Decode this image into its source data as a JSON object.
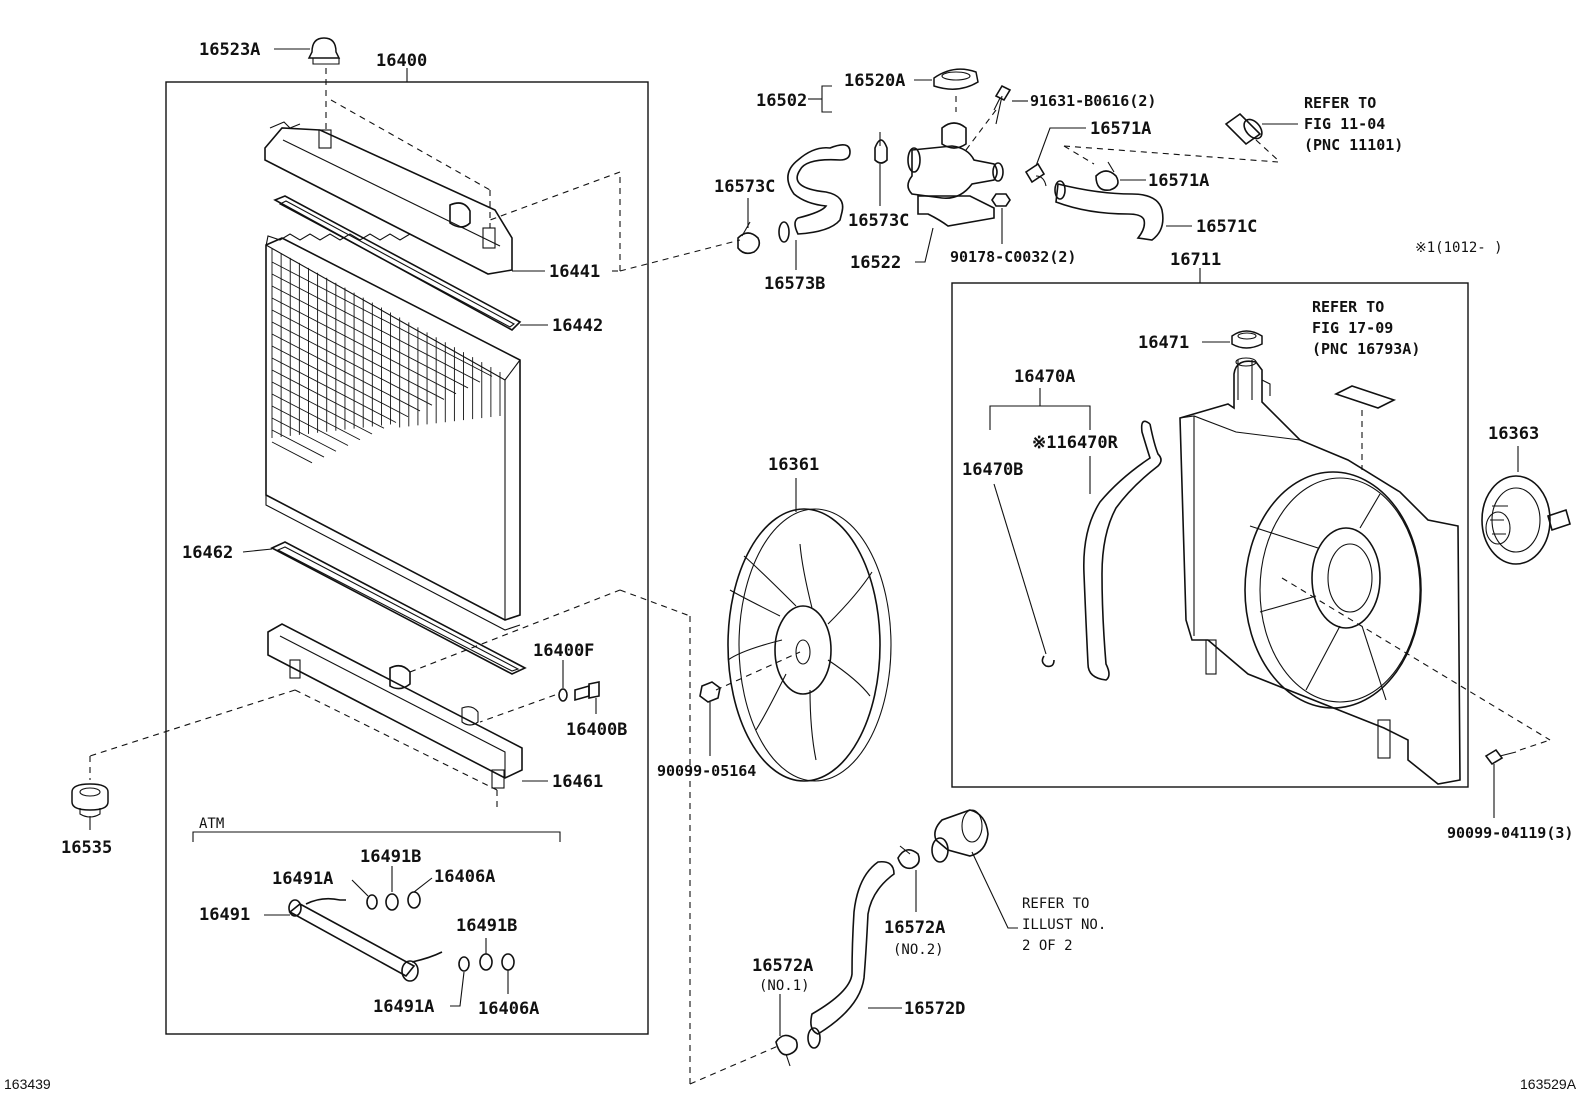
{
  "labels": {
    "p16523A": "16523A",
    "p16400": "16400",
    "p16441": "16441",
    "p16442": "16442",
    "p16462": "16462",
    "p16400F": "16400F",
    "p16400B": "16400B",
    "p16461": "16461",
    "p16535": "16535",
    "atm": "ATM",
    "p16491B_1": "16491B",
    "p16491A_1": "16491A",
    "p16406A_1": "16406A",
    "p16491": "16491",
    "p16491B_2": "16491B",
    "p16491A_2": "16491A",
    "p16406A_2": "16406A",
    "p16502": "16502",
    "p16520A": "16520A",
    "p91631": "91631-B0616(2)",
    "p16571A_1": "16571A",
    "p16571A_2": "16571A",
    "p16571C": "16571C",
    "p16573C_1": "16573C",
    "p16573C_2": "16573C",
    "p16573B": "16573B",
    "p16522": "16522",
    "p90178": "90178-C0032(2)",
    "p16711": "16711",
    "p16471": "16471",
    "p16470A": "16470A",
    "p16470R": "※116470R",
    "p16470B": "16470B",
    "p16361": "16361",
    "p16363": "16363",
    "p90099_05164": "90099-05164",
    "p90099_04119": "90099-04119(3)",
    "p16572A_1": "16572A",
    "p16572A_1_note": "(NO.1)",
    "p16572A_2": "16572A",
    "p16572A_2_note": "(NO.2)",
    "p16572D": "16572D",
    "note_range": "※1(1012-      )"
  },
  "refer_notes": {
    "fig_11_04": [
      "REFER TO",
      "FIG 11-04",
      "(PNC 11101)"
    ],
    "fig_17_09": [
      "REFER TO",
      "FIG 17-09",
      "(PNC 16793A)"
    ],
    "illust": [
      "REFER TO",
      "ILLUST NO.",
      "2 OF 2"
    ]
  },
  "footer": {
    "left_code": "163439",
    "right_code": "163529A"
  }
}
